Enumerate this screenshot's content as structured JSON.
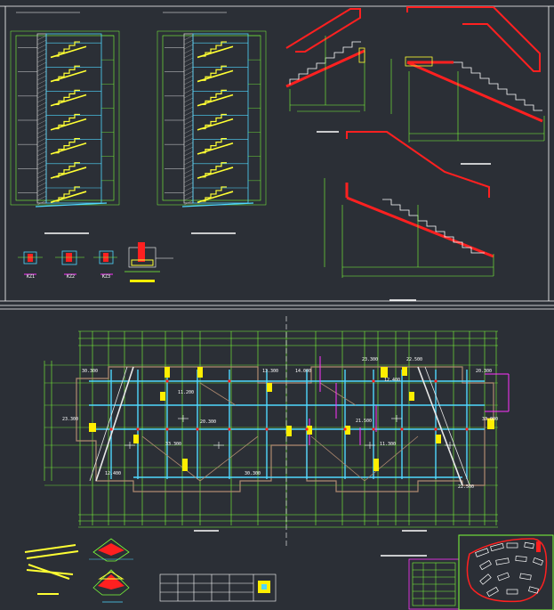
{
  "colors": {
    "background": "#2b2f36",
    "frame": "#ffffff",
    "grid": "#7cff3a",
    "stair": "#ffff33",
    "column": "#ffee00",
    "beam": "#4fd8ff",
    "red": "#ff2020",
    "magenta": "#ff33ff",
    "wall": "#b08a70"
  },
  "stairs_section_a": {
    "levels": 7
  },
  "stairs_section_b": {
    "levels": 7
  },
  "column_details": {
    "labels": [
      "KZ1",
      "KZ2",
      "KZ3"
    ]
  },
  "floor_plan": {
    "elevation_labels": [
      "30.300",
      "23.300",
      "12.400",
      "11.200",
      "20.300",
      "33.300",
      "13.300",
      "14.000",
      "23.300",
      "22.500",
      "21.500",
      "12.400",
      "11.300",
      "20.300",
      "33.000",
      "30.300",
      "22.500"
    ]
  }
}
